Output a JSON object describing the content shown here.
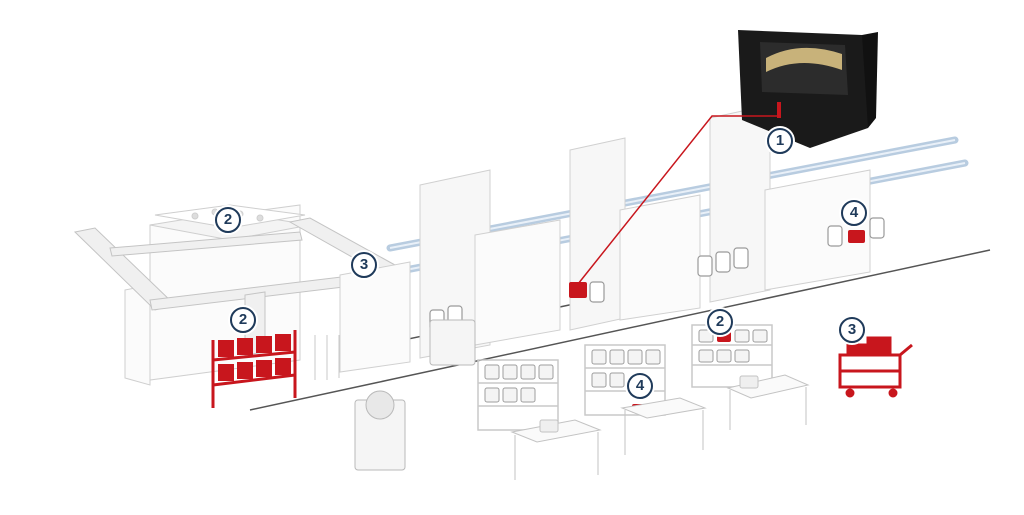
{
  "diagram": {
    "colors": {
      "highlight": "#c8161d",
      "badge_outline": "#1f3a5a",
      "rail": "#b8cce0",
      "equipment_line": "#c9c9c9",
      "floor_line": "#555555"
    },
    "callouts": {
      "wafer_carrier": "1",
      "stocker_top": "2",
      "stocker_rack": "2",
      "conveyor_junction": "3",
      "tool_port_right": "4",
      "rack_center": "4",
      "rack_right": "2",
      "red_cart": "3"
    }
  }
}
